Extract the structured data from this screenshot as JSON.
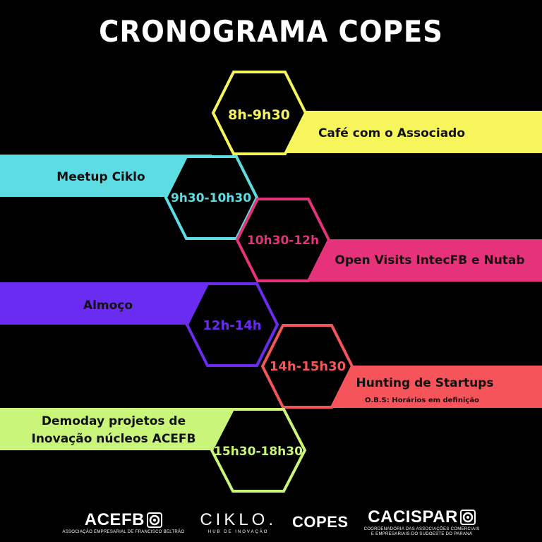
{
  "title": "CRONOGRAMA COPES",
  "events": [
    {
      "time": "8h-9h30",
      "label_lines": [
        "Café com o Associado"
      ],
      "color": "#f7f55c"
    },
    {
      "time": "9h30-10h30",
      "label_lines": [
        "Meetup Ciklo"
      ],
      "color": "#5ddde3"
    },
    {
      "time": "10h30-12h",
      "label_lines": [
        "Open Visits IntecFB e Nutab"
      ],
      "color": "#e6327a"
    },
    {
      "time": "12h-14h",
      "label_lines": [
        "Almoço"
      ],
      "color": "#6a2cf0"
    },
    {
      "time": "14h-15h30",
      "label_lines": [
        "Hunting de Startups"
      ],
      "note": "O.B.S: Horários em definição",
      "color": "#f4545a"
    },
    {
      "time": "15h30-18h30",
      "label_lines": [
        "Demoday projetos de",
        "Inovação núcleos ACEFB"
      ],
      "color": "#c8f57a"
    }
  ],
  "footer": {
    "acefb": {
      "name": "ACEFB",
      "sub": "ASSOCIAÇÃO EMPRESARIAL DE FRANCISCO BELTRÃO"
    },
    "ciklo": {
      "name": "CIKLO.",
      "sub": "HUB DE INOVAÇÃO"
    },
    "copes": {
      "name": "COPES"
    },
    "cacispar": {
      "name": "CACISPAR",
      "sub_line1": "COORDENADORIA DAS ASSOCIAÇÕES COMERCIAIS",
      "sub_line2": "E EMPRESARIAIS DO SUDOESTE DO PARANÁ"
    }
  }
}
